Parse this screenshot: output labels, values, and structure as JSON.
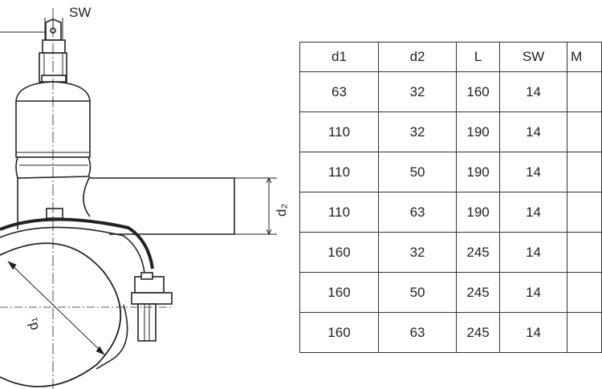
{
  "drawing": {
    "labels": {
      "sw": "SW",
      "d1": "d₁",
      "d2": "d₂"
    }
  },
  "table": {
    "headers": [
      "d1",
      "d2",
      "L",
      "SW",
      "M"
    ],
    "rows": [
      [
        "63",
        "32",
        "160",
        "14",
        ""
      ],
      [
        "110",
        "32",
        "190",
        "14",
        ""
      ],
      [
        "110",
        "50",
        "190",
        "14",
        ""
      ],
      [
        "110",
        "63",
        "190",
        "14",
        ""
      ],
      [
        "160",
        "32",
        "245",
        "14",
        ""
      ],
      [
        "160",
        "50",
        "245",
        "14",
        ""
      ],
      [
        "160",
        "63",
        "245",
        "14",
        ""
      ]
    ]
  }
}
